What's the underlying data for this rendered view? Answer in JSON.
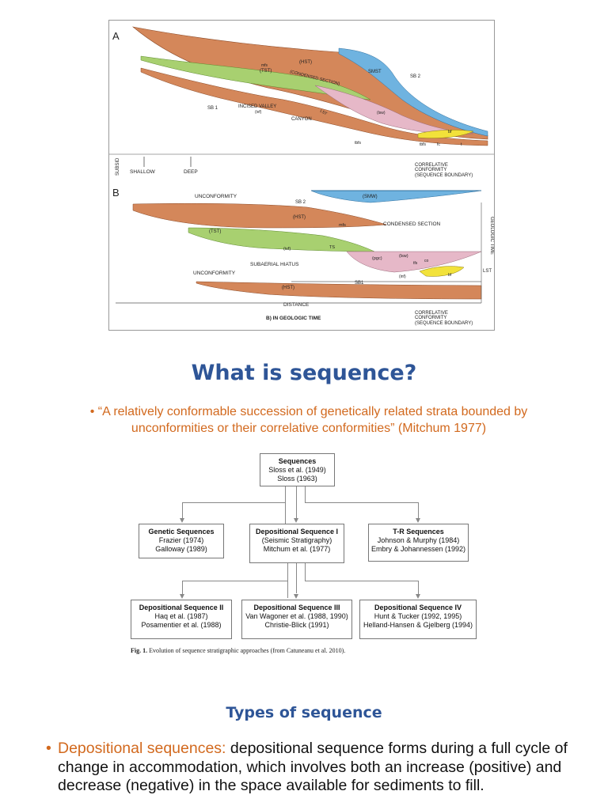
{
  "figure_top": {
    "panel_a": "A",
    "panel_b": "B",
    "labels_a": {
      "hst": "(HST)",
      "tst": "(TST)",
      "mfs": "mfs",
      "condensed": "(CONDENSED SECTION)",
      "smst": "SMST",
      "sb2": "SB 2",
      "sb1": "SB 1",
      "incised": "INCISED VALLEY",
      "ivf": "(ivf)",
      "lst": "LST",
      "canyon": "CANYON",
      "lsw": "(lsw)",
      "bf": "bf",
      "tbfs": "tbfs",
      "fc": "fc",
      "t": "t"
    },
    "subsid": "SUBSID",
    "shallow": "SHALLOW",
    "deep": "DEEP",
    "corr_top": [
      "CORRELATIVE",
      "CONFORMITY",
      "(SEQUENCE BOUNDARY)"
    ],
    "labels_b": {
      "unconformity1": "UNCONFORMITY",
      "sb2": "SB 2",
      "smw": "(SMW)",
      "hst": "(HST)",
      "mfs": "mfs",
      "condensed": "CONDENSED SECTION",
      "tst": "(TST)",
      "ivf": "(ivf)",
      "ts": "TS",
      "pgc": "(pgc)",
      "lsw": "(lsw)",
      "subaerial": "SUBAERIAL HIATUS",
      "unconformity2": "UNCONFORMITY",
      "hst2": "(HST)",
      "sb1": "SB1",
      "geologic_time": "GEOLOGIC TIME",
      "lst": "LST",
      "distance": "DISTANCE",
      "in_time": "B) IN GEOLOGIC TIME",
      "inf": "(inf)",
      "co": "co",
      "tfs": "tfs",
      "bf": "bf"
    },
    "corr_bottom": [
      "CORRELATIVE",
      "CONFORMITY",
      "(SEQUENCE BOUNDARY)"
    ]
  },
  "title": "What is sequence?",
  "quote": {
    "bullet": "•",
    "text": "“A relatively conformable succession of genetically related strata bounded by unconformities or their correlative conformities” (Mitchum 1977)"
  },
  "flowchart": {
    "root": {
      "title": "Sequences",
      "lines": [
        "Sloss et al. (1949)",
        "Sloss (1963)"
      ]
    },
    "level1": [
      {
        "title": "Genetic Sequences",
        "lines": [
          "Frazier (1974)",
          "Galloway (1989)"
        ]
      },
      {
        "title": "Depositional Sequence I",
        "lines": [
          "(Seismic Stratigraphy)",
          "Mitchum et al. (1977)"
        ]
      },
      {
        "title": "T-R Sequences",
        "lines": [
          "Johnson & Murphy (1984)",
          "Embry & Johannessen (1992)"
        ]
      }
    ],
    "level2": [
      {
        "title": "Depositional Sequence II",
        "lines": [
          "Haq et al. (1987)",
          "Posamentier et al. (1988)"
        ]
      },
      {
        "title": "Depositional Sequence III",
        "lines": [
          "Van Wagoner et al. (1988, 1990)",
          "Christie-Blick (1991)"
        ]
      },
      {
        "title": "Depositional Sequence IV",
        "lines": [
          "Hunt & Tucker (1992, 1995)",
          "Helland-Hansen & Gjelberg (1994)"
        ]
      }
    ],
    "caption_label": "Fig. 1.",
    "caption_text": "Evolution of sequence stratigraphic approaches (from Catuneanu et al. 2010)."
  },
  "subtitle": "Types of sequence",
  "bullet": {
    "bullet": "•",
    "lead": "Depositional sequences:",
    "text": " depositional sequence forms during a full cycle of change in accommodation, which involves both an increase (positive) and decrease (negative) in the space available for sediments to fill."
  },
  "colors": {
    "title": "#2E5597",
    "accent": "#D2691E",
    "strata_brown": "#D4875A",
    "strata_green": "#A8D070",
    "strata_blue": "#6FB3E0",
    "strata_pink": "#E6B8C8",
    "strata_yellow": "#F2E23A"
  }
}
